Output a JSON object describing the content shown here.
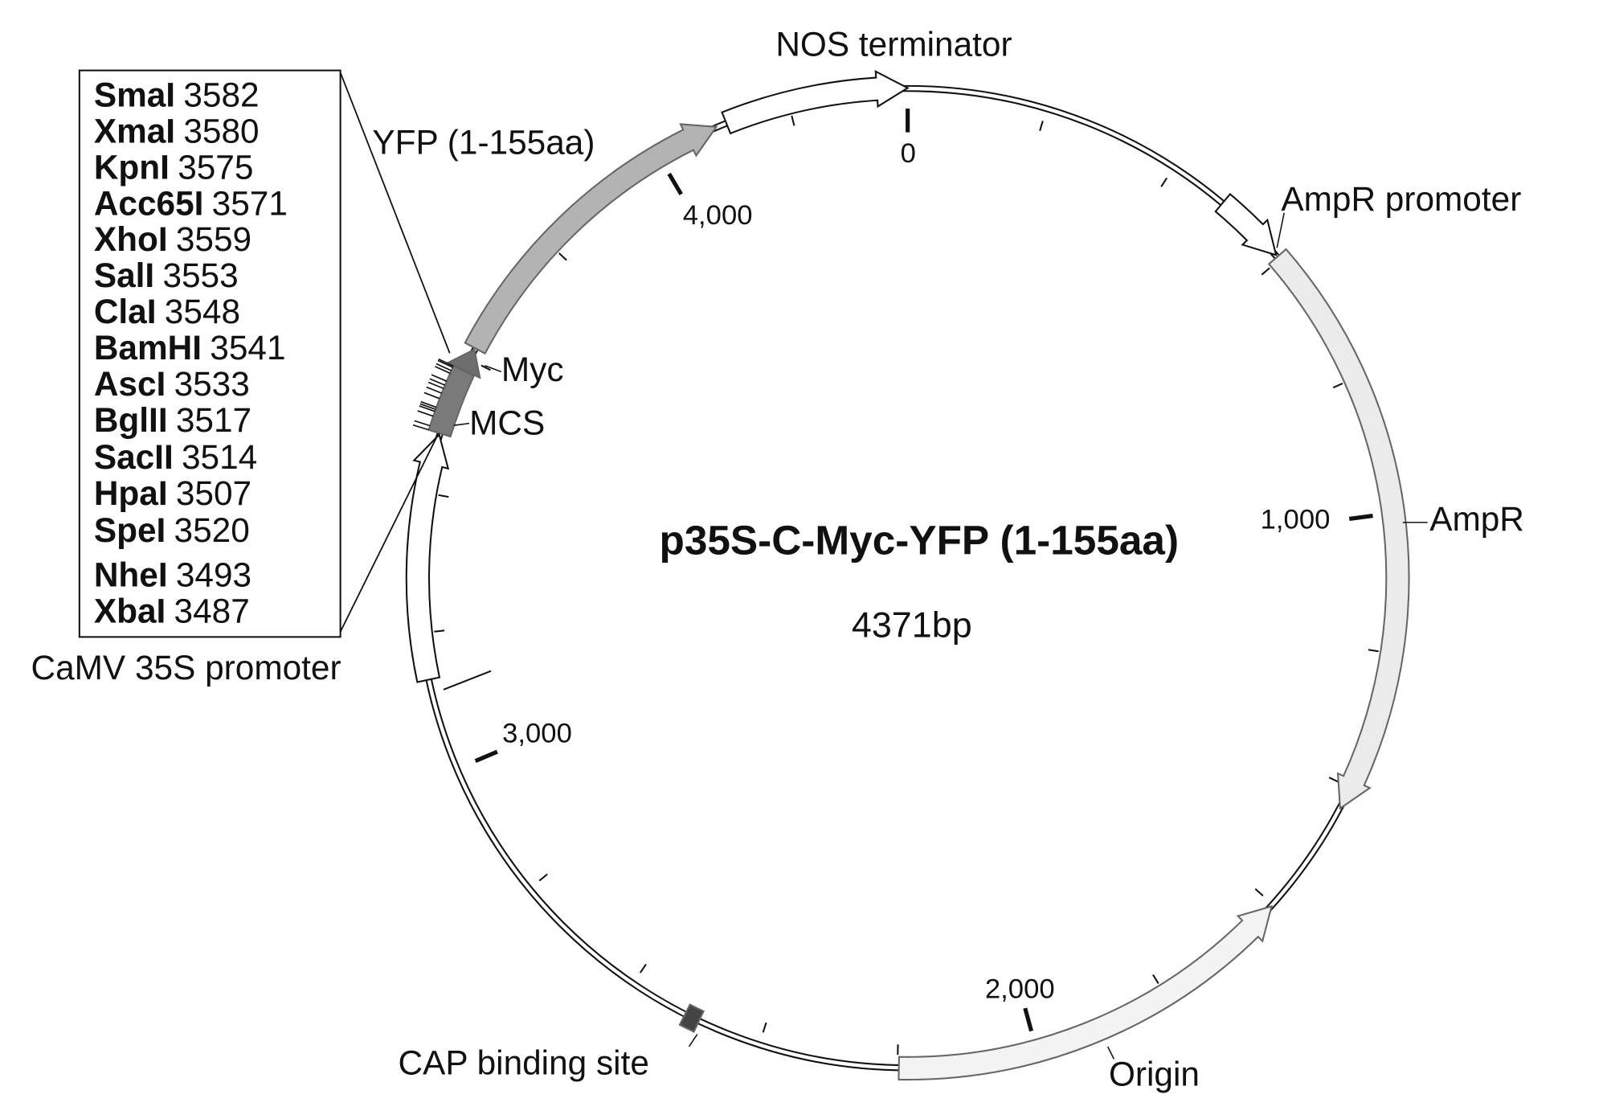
{
  "plasmid": {
    "name": "p35S-C-Myc-YFP (1-155aa)",
    "size_label": "4371bp",
    "length_bp": 4371
  },
  "tick_labels": [
    "0",
    "1,000",
    "2,000",
    "3,000",
    "4,000"
  ],
  "features": [
    {
      "id": "nos-terminator",
      "label": "NOS terminator",
      "start": 4107,
      "end": 4371,
      "direction": "forward",
      "color": "#ffffff",
      "arrow": true
    },
    {
      "id": "yfp",
      "label": "YFP (1-155aa)",
      "start": 3618,
      "end": 4092,
      "direction": "forward",
      "color": "#b3b3b3",
      "arrow": true
    },
    {
      "id": "myc",
      "label": "Myc",
      "start": 3583,
      "end": 3616,
      "direction": "forward",
      "color": "#6e6e6e",
      "arrow": true
    },
    {
      "id": "mcs",
      "label": "MCS",
      "start": 3487,
      "end": 3582,
      "direction": "none",
      "color": "#7a7a7a",
      "arrow": false
    },
    {
      "id": "camv-35s-promoter",
      "label": "CaMV 35S promoter",
      "start": 3133,
      "end": 3485,
      "direction": "forward",
      "color": "#ffffff",
      "arrow": true
    },
    {
      "id": "ampr-promoter",
      "label": "AmpR promoter",
      "start": 486,
      "end": 592,
      "direction": "forward",
      "color": "#ffffff",
      "arrow": true
    },
    {
      "id": "ampr",
      "label": "AmpR",
      "start": 595,
      "end": 1433,
      "direction": "forward",
      "color": "#ebebeb",
      "arrow": true
    },
    {
      "id": "origin",
      "label": "Origin",
      "start": 1603,
      "end": 2198,
      "direction": "reverse",
      "color": "#f3f3f3",
      "arrow": true
    },
    {
      "id": "cap-binding-site",
      "label": "CAP binding site",
      "start": 2492,
      "end": 2514,
      "direction": "none",
      "color": "#444444",
      "arrow": false
    }
  ],
  "restriction_sites": [
    {
      "name": "SmaI",
      "pos": "3582"
    },
    {
      "name": "XmaI",
      "pos": "3580"
    },
    {
      "name": "KpnI",
      "pos": "3575"
    },
    {
      "name": "Acc65I",
      "pos": "3571"
    },
    {
      "name": "XhoI",
      "pos": "3559"
    },
    {
      "name": "SalI",
      "pos": "3553"
    },
    {
      "name": "ClaI",
      "pos": "3548"
    },
    {
      "name": "BamHI",
      "pos": "3541"
    },
    {
      "name": "AscI",
      "pos": "3533"
    },
    {
      "name": "BglII",
      "pos": "3517"
    },
    {
      "name": "SacII",
      "pos": "3514"
    },
    {
      "name": "HpaI",
      "pos": "3507"
    },
    {
      "name": "SpeI",
      "pos": "3520"
    },
    {
      "name": "NheI",
      "pos": "3493"
    },
    {
      "name": "XbaI",
      "pos": "3487"
    }
  ]
}
